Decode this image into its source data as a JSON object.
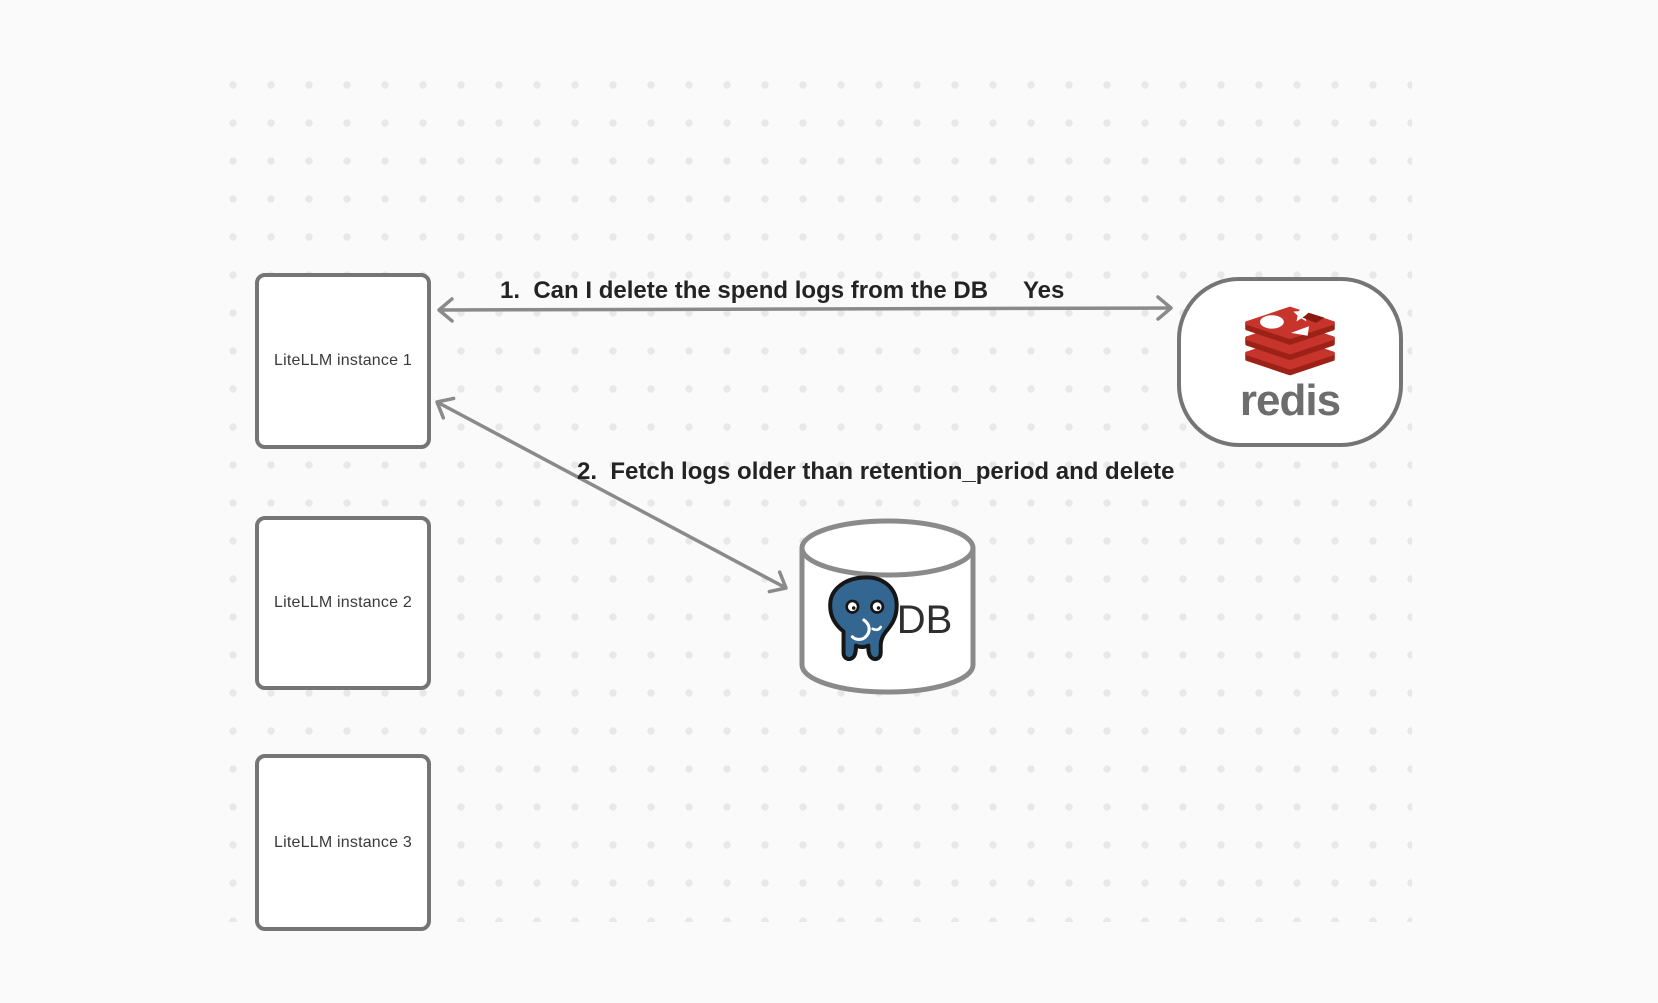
{
  "diagram": {
    "background": "#fafafa",
    "dot_color": "#e8e8e8",
    "node_border_color": "#757575",
    "stroke_color": "#8a8a8a",
    "label_color": "#232323",
    "nodes": {
      "instances": [
        {
          "label": "LiteLLM instance 1"
        },
        {
          "label": "LiteLLM instance 2"
        },
        {
          "label": "LiteLLM instance 3"
        }
      ],
      "redis": {
        "label": "redis",
        "logo_icon": "redis-cube-stack-icon",
        "brand_red": "#c6342c",
        "brand_red_dark": "#9c2218",
        "wordmark_color": "#6d6d6d"
      },
      "db": {
        "label": "DB",
        "logo_icon": "postgresql-elephant-icon",
        "postgres_blue": "#336791"
      }
    },
    "edges": [
      {
        "label": "1.  Can I delete the spend logs from the DB",
        "response": "Yes",
        "from": "redis",
        "to": "LiteLLM instance 1"
      },
      {
        "label": "2.  Fetch logs older than retention_period and delete",
        "from": "LiteLLM instance 1",
        "to": "DB"
      }
    ]
  }
}
